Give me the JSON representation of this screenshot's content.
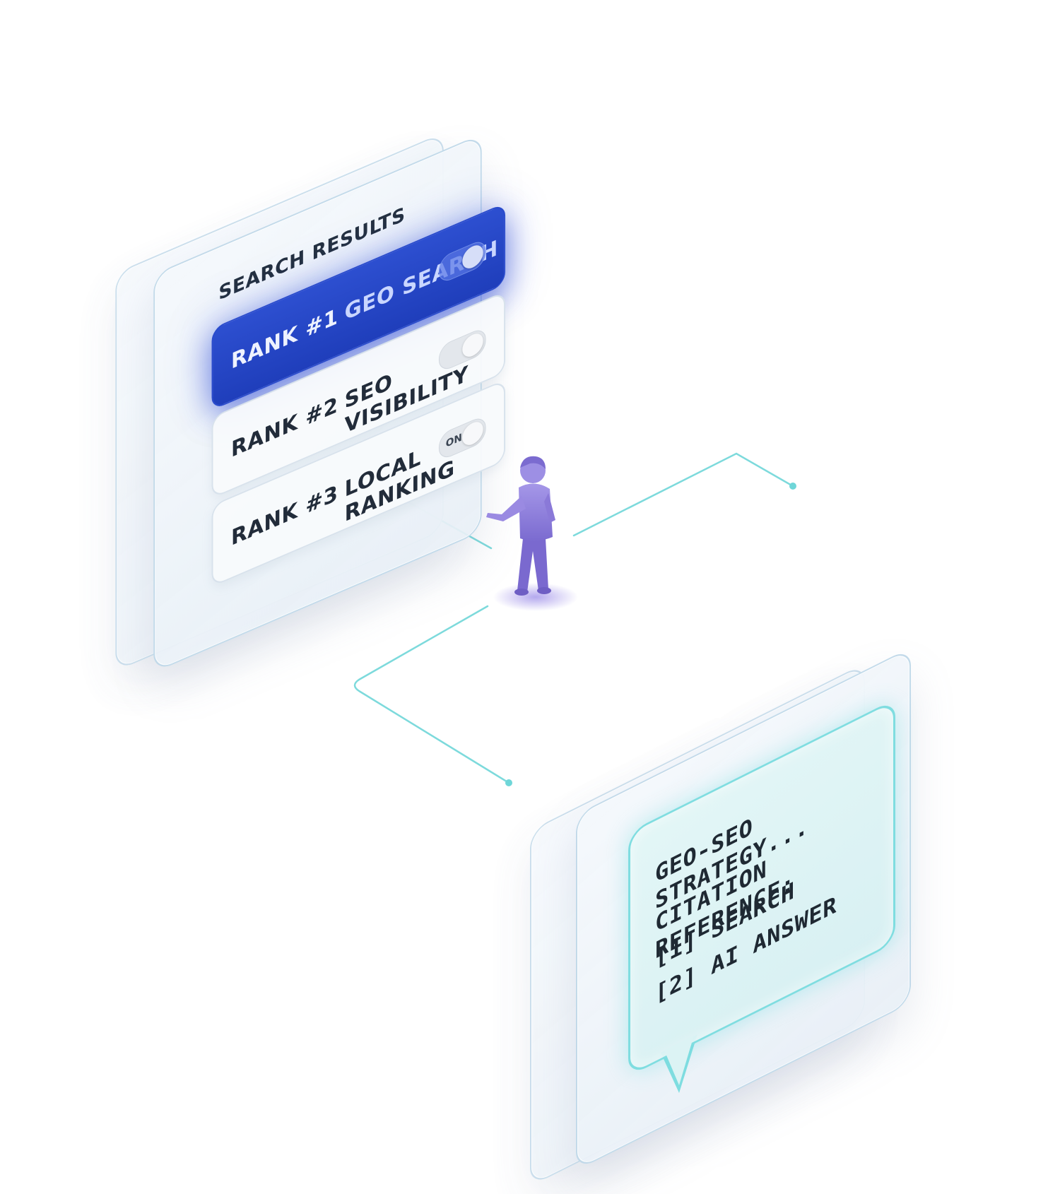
{
  "search_panel": {
    "title": "SEARCH RESULTS",
    "rows": [
      {
        "rank": "RANK #1",
        "name": "GEO SEARCH",
        "active": true,
        "toggle_text": ""
      },
      {
        "rank": "RANK #2",
        "name": "SEO VISIBILITY",
        "active": false,
        "toggle_text": ""
      },
      {
        "rank": "RANK #3",
        "name": "LOCAL RANKING",
        "active": false,
        "toggle_text": "ON"
      }
    ]
  },
  "citation_panel": {
    "lines": [
      "GEO-SEO STRATEGY...",
      "CITATION REFERENCE:",
      "[1] SEARCH",
      "[2] AI ANSWER"
    ]
  },
  "colors": {
    "active_row": "#2d4fd0",
    "connector": "#6fd6d8",
    "bubble_border": "#7fdde0",
    "person": "#8b7fd6"
  },
  "icons": {
    "person": "person-standing-icon",
    "toggle": "toggle-switch-icon"
  }
}
